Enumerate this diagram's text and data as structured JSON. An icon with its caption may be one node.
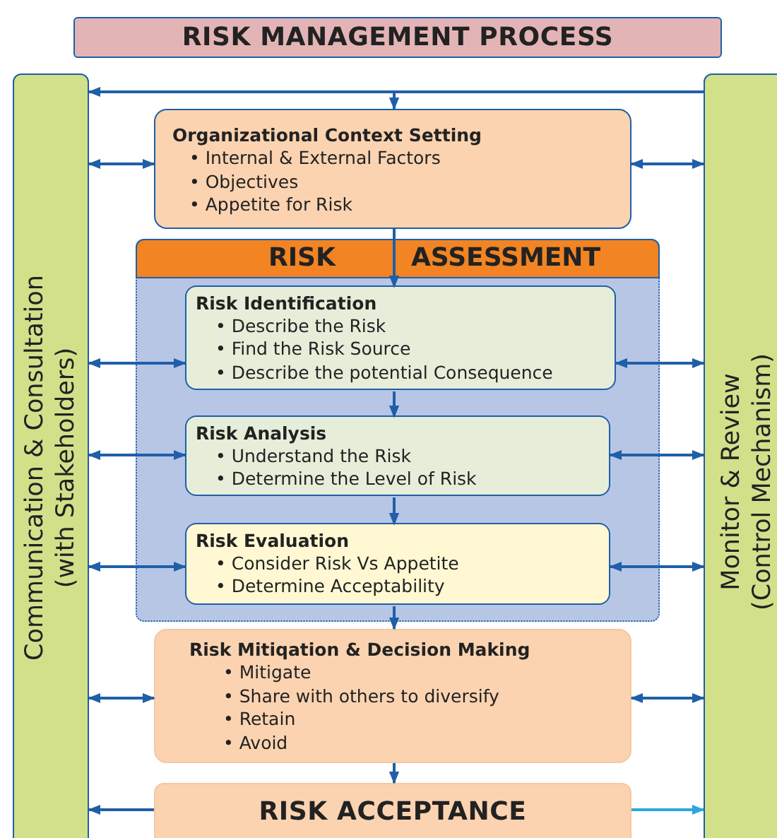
{
  "diagram": {
    "nodes": [
      {
        "text": [
          "RISK MANAGEMENT PROCESS"
        ]
      },
      {
        "text": [
          "Communication & Consultation (with Stakeholders)"
        ]
      },
      {
        "text": [
          "Monitor & Review (Control Mechanism)"
        ]
      },
      {
        "text": [
          "Organizational Context Setting",
          "• Internal & External Factors",
          "• Objectives",
          "• Appetite for Risk"
        ]
      },
      {
        "text": [
          "RISK",
          "ASSESSMENT"
        ]
      },
      {
        "text": [
          "Risk Identification",
          "• Describe the Risk",
          "• Find the Risk Source",
          "• Describe the potential Consequence"
        ],
        "in": 4
      },
      {
        "text": [
          "Risk Analysis",
          "• Understand the Risk",
          "• Determine the Level of Risk"
        ],
        "in": 4
      },
      {
        "text": [
          "Risk Evaluation",
          "• Consider Risk Vs Appetite",
          "• Determine Acceptability"
        ],
        "in": 4
      },
      {
        "text": [
          "Risk Mitiqation & Decision Making",
          "• Mitigate",
          "• Share with others to diversify",
          "• Retain",
          "• Avoid"
        ]
      },
      {
        "text": [
          "RISK ACCEPTANCE"
        ]
      }
    ],
    "edges": [
      {
        "from": 2,
        "to": 1,
        "arrow": "to"
      },
      {
        "from": 2,
        "to": 3,
        "arrow": "to"
      },
      {
        "from": 3,
        "to": 5,
        "arrow": "to"
      },
      {
        "from": 5,
        "to": 6,
        "arrow": "to"
      },
      {
        "from": 6,
        "to": 7,
        "arrow": "to"
      },
      {
        "from": 7,
        "to": 8,
        "arrow": "to"
      },
      {
        "from": 8,
        "to": 9,
        "arrow": "to"
      },
      {
        "from": 1,
        "to": 3,
        "arrow": "both"
      },
      {
        "from": 1,
        "to": 5,
        "arrow": "both"
      },
      {
        "from": 1,
        "to": 6,
        "arrow": "both"
      },
      {
        "from": 1,
        "to": 7,
        "arrow": "both"
      },
      {
        "from": 1,
        "to": 8,
        "arrow": "both"
      },
      {
        "from": 3,
        "to": 2,
        "arrow": "both"
      },
      {
        "from": 5,
        "to": 2,
        "arrow": "both"
      },
      {
        "from": 6,
        "to": 2,
        "arrow": "both"
      },
      {
        "from": 7,
        "to": 2,
        "arrow": "both"
      },
      {
        "from": 8,
        "to": 2,
        "arrow": "both"
      },
      {
        "from": 9,
        "to": 1,
        "arrow": "to"
      },
      {
        "from": 9,
        "to": 2,
        "arrow": "to",
        "color": "#29a8e0"
      }
    ]
  }
}
